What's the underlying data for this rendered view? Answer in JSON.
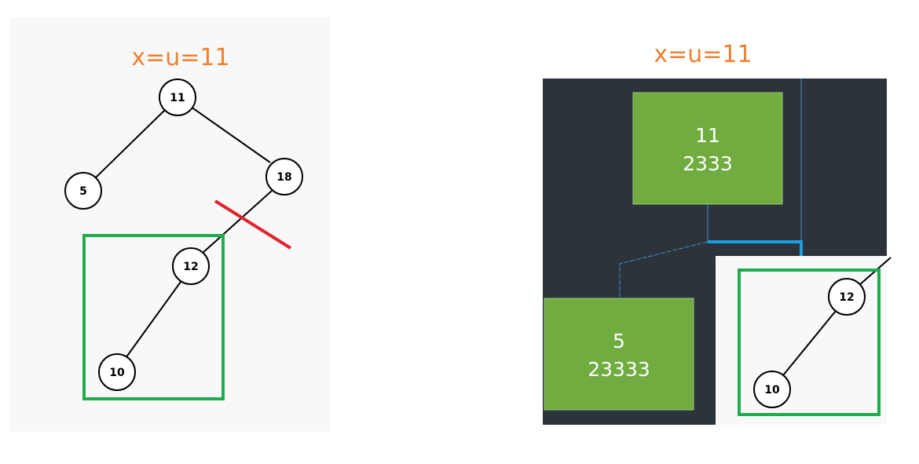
{
  "colors": {
    "panel_bg": "#f8f8f8",
    "dark_bg": "#2c333b",
    "caption": "#f08030",
    "green_box": "#70ac40",
    "highlight": "#22aa50",
    "cut": "#e02430",
    "link": "#1aa0e0",
    "thin_link": "#4a8ec8"
  },
  "left": {
    "caption": "x=u=11",
    "nodes": [
      "11",
      "5",
      "18",
      "12",
      "10"
    ]
  },
  "right": {
    "caption": "x=u=11",
    "boxes": [
      {
        "line1": "11",
        "line2": "2333"
      },
      {
        "line1": "5",
        "line2": "23333"
      }
    ],
    "nodes": [
      "12",
      "10"
    ]
  }
}
